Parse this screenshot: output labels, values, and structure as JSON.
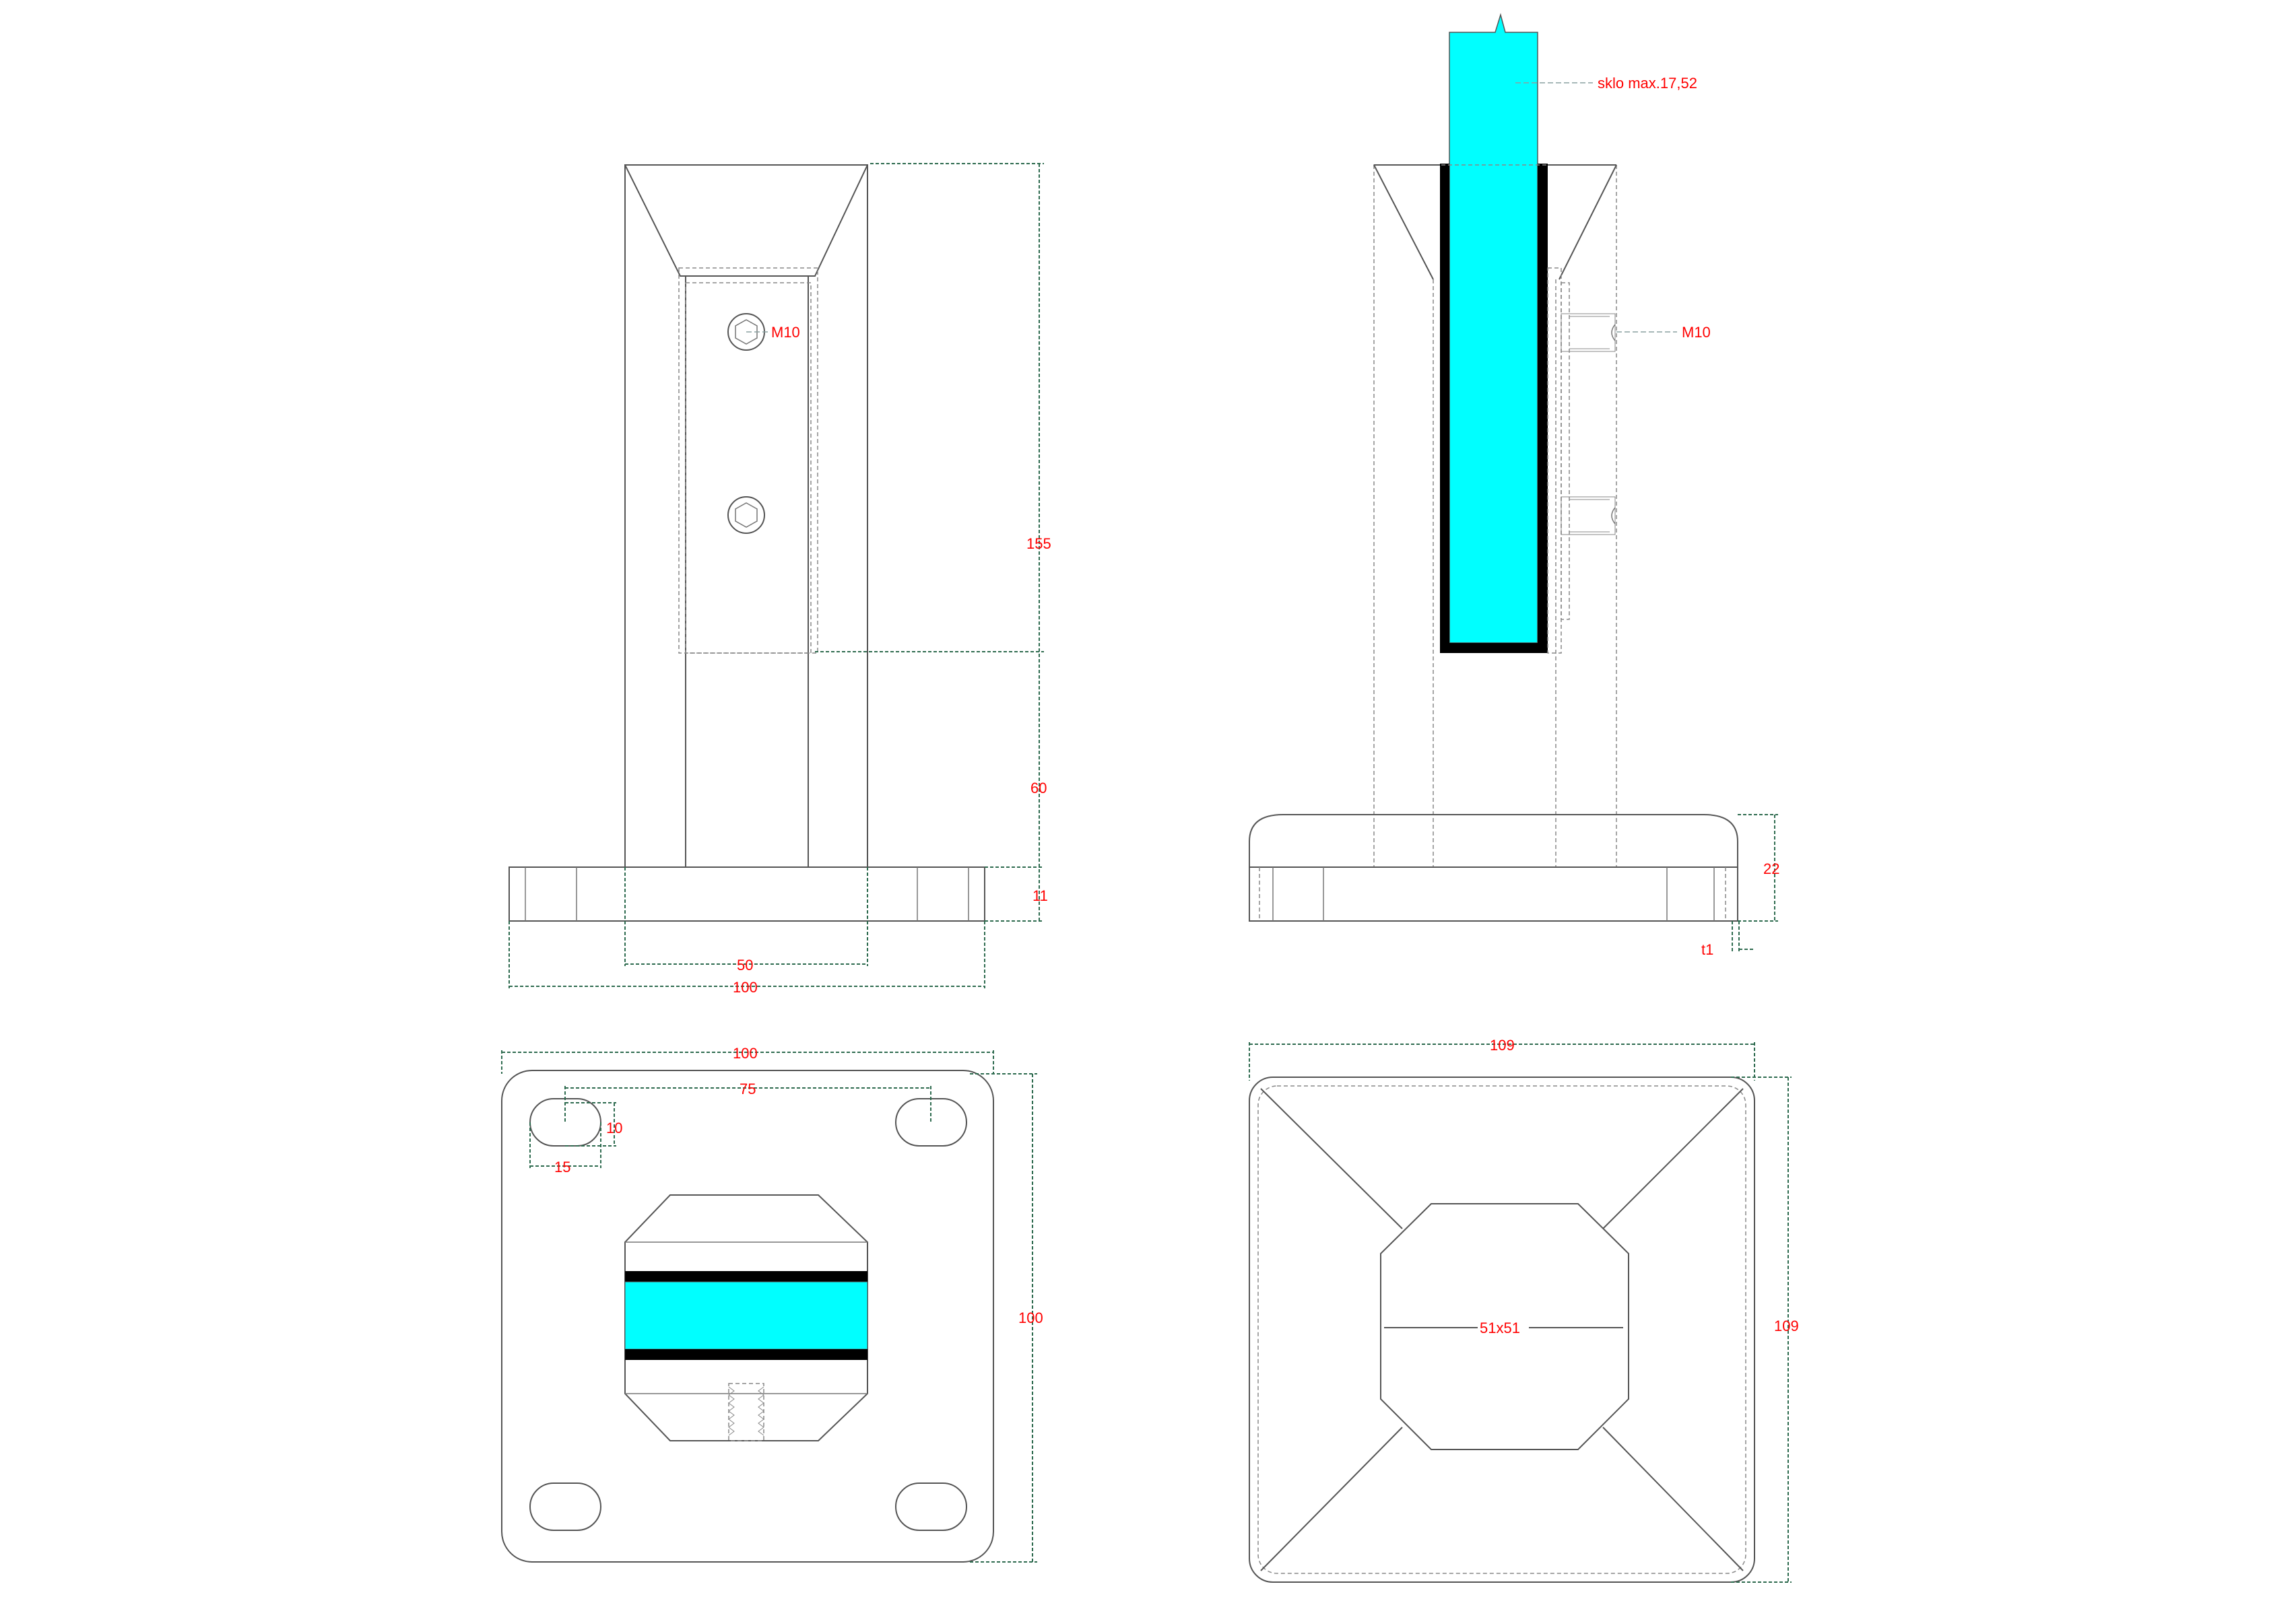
{
  "colors": {
    "glass": "#00ffff",
    "gasket": "#000000",
    "dimension_line": "#2e6b4f",
    "dimension_text": "#ff0000",
    "outline": "#555555"
  },
  "front_view": {
    "label_thread": "M10",
    "dim_height_upper": "155",
    "dim_height_lower": "60",
    "dim_plate_thickness": "11",
    "dim_post_width": "50",
    "dim_plate_width": "100"
  },
  "side_view": {
    "label_glass": "sklo max.17,52",
    "label_thread": "M10",
    "dim_cover_height": "22",
    "dim_thickness": "t1"
  },
  "top_view": {
    "dim_width": "100",
    "dim_hole_spacing": "75",
    "dim_slot_height": "10",
    "dim_slot_width": "15",
    "dim_height": "100"
  },
  "cover_view": {
    "dim_width": "109",
    "dim_height": "109",
    "dim_opening": "51x51"
  }
}
